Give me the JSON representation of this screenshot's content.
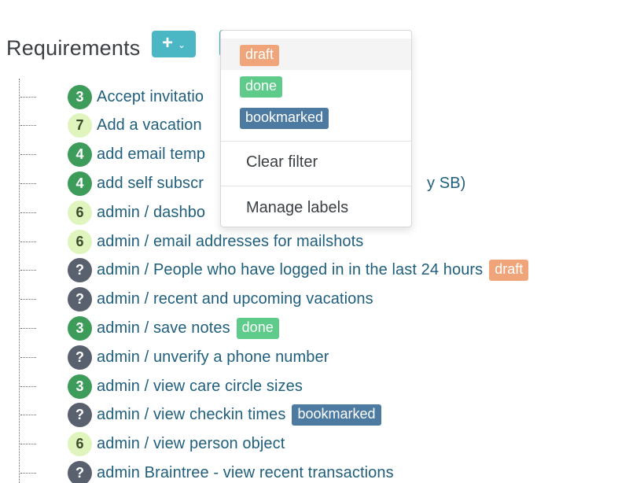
{
  "header": {
    "title": "Requirements",
    "add_button_plus": "+",
    "add_button_chevron": "⌄"
  },
  "menu": {
    "labels": [
      {
        "text": "draft",
        "color": "#f0a47a"
      },
      {
        "text": "done",
        "color": "#5fcb8b"
      },
      {
        "text": "bookmarked",
        "color": "#4d7aa1"
      }
    ],
    "clear_filter": "Clear filter",
    "manage_labels": "Manage labels"
  },
  "requirements": [
    {
      "badge": "3",
      "text": "Accept invitatio",
      "tag": ""
    },
    {
      "badge": "7",
      "text": "Add a vacation",
      "tag": ""
    },
    {
      "badge": "4",
      "text": "add email temp",
      "tag": ""
    },
    {
      "badge": "4",
      "text": "add self subscr",
      "tag": "",
      "trailing": "y SB)"
    },
    {
      "badge": "6",
      "text": "admin / dashbo",
      "tag": ""
    },
    {
      "badge": "6",
      "text": "admin / email addresses for mailshots",
      "tag": ""
    },
    {
      "badge": "?",
      "text": "admin / People who have logged in in the last 24 hours",
      "tag": "draft"
    },
    {
      "badge": "?",
      "text": "admin / recent and upcoming vacations",
      "tag": ""
    },
    {
      "badge": "3",
      "text": "admin / save notes",
      "tag": "done"
    },
    {
      "badge": "?",
      "text": "admin / unverify a phone number",
      "tag": ""
    },
    {
      "badge": "3",
      "text": "admin / view care circle sizes",
      "tag": ""
    },
    {
      "badge": "?",
      "text": "admin / view checkin times",
      "tag": "bookmarked"
    },
    {
      "badge": "6",
      "text": "admin / view person object",
      "tag": ""
    },
    {
      "badge": "?",
      "text": "admin Braintree - view recent transactions",
      "tag": ""
    }
  ]
}
